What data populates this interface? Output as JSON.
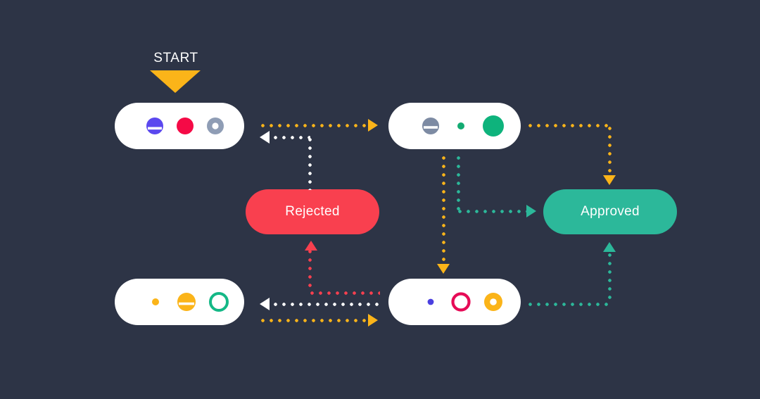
{
  "diagram": {
    "title": "Approval workflow state diagram",
    "background_color": "#2d3446",
    "start": {
      "label": "START",
      "marker_color": "#fbb419"
    },
    "palette": {
      "orange": "#fbb419",
      "white": "#ffffff",
      "red": "#f9404f",
      "teal": "#2cb89a",
      "node_bg": "#ffffff",
      "background": "#2d3446"
    },
    "nodes": [
      {
        "id": "node-top-left",
        "name": "top-left-node",
        "icons": [
          {
            "name": "purple-half-filled-circle-icon",
            "shape": "half-band-circle",
            "color": "#5b48ef"
          },
          {
            "name": "red-filled-circle-icon",
            "shape": "filled-circle",
            "color": "#f50a46"
          },
          {
            "name": "grey-donut-icon",
            "shape": "donut",
            "color": "#8f9db5"
          }
        ]
      },
      {
        "id": "node-top-right",
        "name": "top-right-node",
        "icons": [
          {
            "name": "grey-half-filled-circle-icon",
            "shape": "half-band-circle",
            "color": "#7d8ba3"
          },
          {
            "name": "green-small-dot-icon",
            "shape": "filled-circle",
            "color": "#14ab72"
          },
          {
            "name": "green-large-circle-icon",
            "shape": "filled-circle",
            "color": "#0eb37c"
          }
        ]
      },
      {
        "id": "node-bottom-left",
        "name": "bottom-left-node",
        "icons": [
          {
            "name": "orange-small-dot-icon",
            "shape": "filled-circle",
            "color": "#fbb419"
          },
          {
            "name": "orange-half-filled-circle-icon",
            "shape": "half-band-circle",
            "color": "#fbb419"
          },
          {
            "name": "green-ring-icon",
            "shape": "ring",
            "color": "#14b886"
          }
        ]
      },
      {
        "id": "node-bottom-right",
        "name": "bottom-right-node",
        "icons": [
          {
            "name": "blue-small-dot-icon",
            "shape": "filled-circle",
            "color": "#4a3fe0"
          },
          {
            "name": "crimson-ring-icon",
            "shape": "ring",
            "color": "#e60b56"
          },
          {
            "name": "orange-donut-icon",
            "shape": "donut",
            "color": "#fbb419"
          }
        ]
      }
    ],
    "status_pills": [
      {
        "id": "pill-rejected",
        "label": "Rejected",
        "color": "#f9404f"
      },
      {
        "id": "pill-approved",
        "label": "Approved",
        "color": "#2cb89a"
      }
    ],
    "connections": [
      {
        "id": "conn-topleft-to-topright",
        "from": "node-top-left",
        "to": "node-top-right",
        "color": "#fbb419",
        "direction": "right"
      },
      {
        "id": "conn-rejected-to-topleft",
        "from": "pill-rejected",
        "to": "node-top-left",
        "color": "#ffffff",
        "direction": "left"
      },
      {
        "id": "conn-topright-to-approved",
        "from": "node-top-right",
        "to": "pill-approved",
        "color": "#fbb419",
        "direction": "down"
      },
      {
        "id": "conn-topright-to-approved-direct",
        "from": "node-top-right",
        "to": "pill-approved",
        "color": "#2cb89a",
        "direction": "right"
      },
      {
        "id": "conn-topright-to-bottomright",
        "from": "node-top-right",
        "to": "node-bottom-right",
        "color": "#fbb419",
        "direction": "down"
      },
      {
        "id": "conn-bottomright-to-rejected",
        "from": "node-bottom-right",
        "to": "pill-rejected",
        "color": "#f9404f",
        "direction": "up"
      },
      {
        "id": "conn-bottomright-to-bottomleft",
        "from": "node-bottom-right",
        "to": "node-bottom-left",
        "color": "#ffffff",
        "direction": "left"
      },
      {
        "id": "conn-bottomleft-to-bottomright",
        "from": "node-bottom-left",
        "to": "node-bottom-right",
        "color": "#fbb419",
        "direction": "right"
      },
      {
        "id": "conn-bottomright-to-approved",
        "from": "node-bottom-right",
        "to": "pill-approved",
        "color": "#2cb89a",
        "direction": "up"
      }
    ]
  }
}
